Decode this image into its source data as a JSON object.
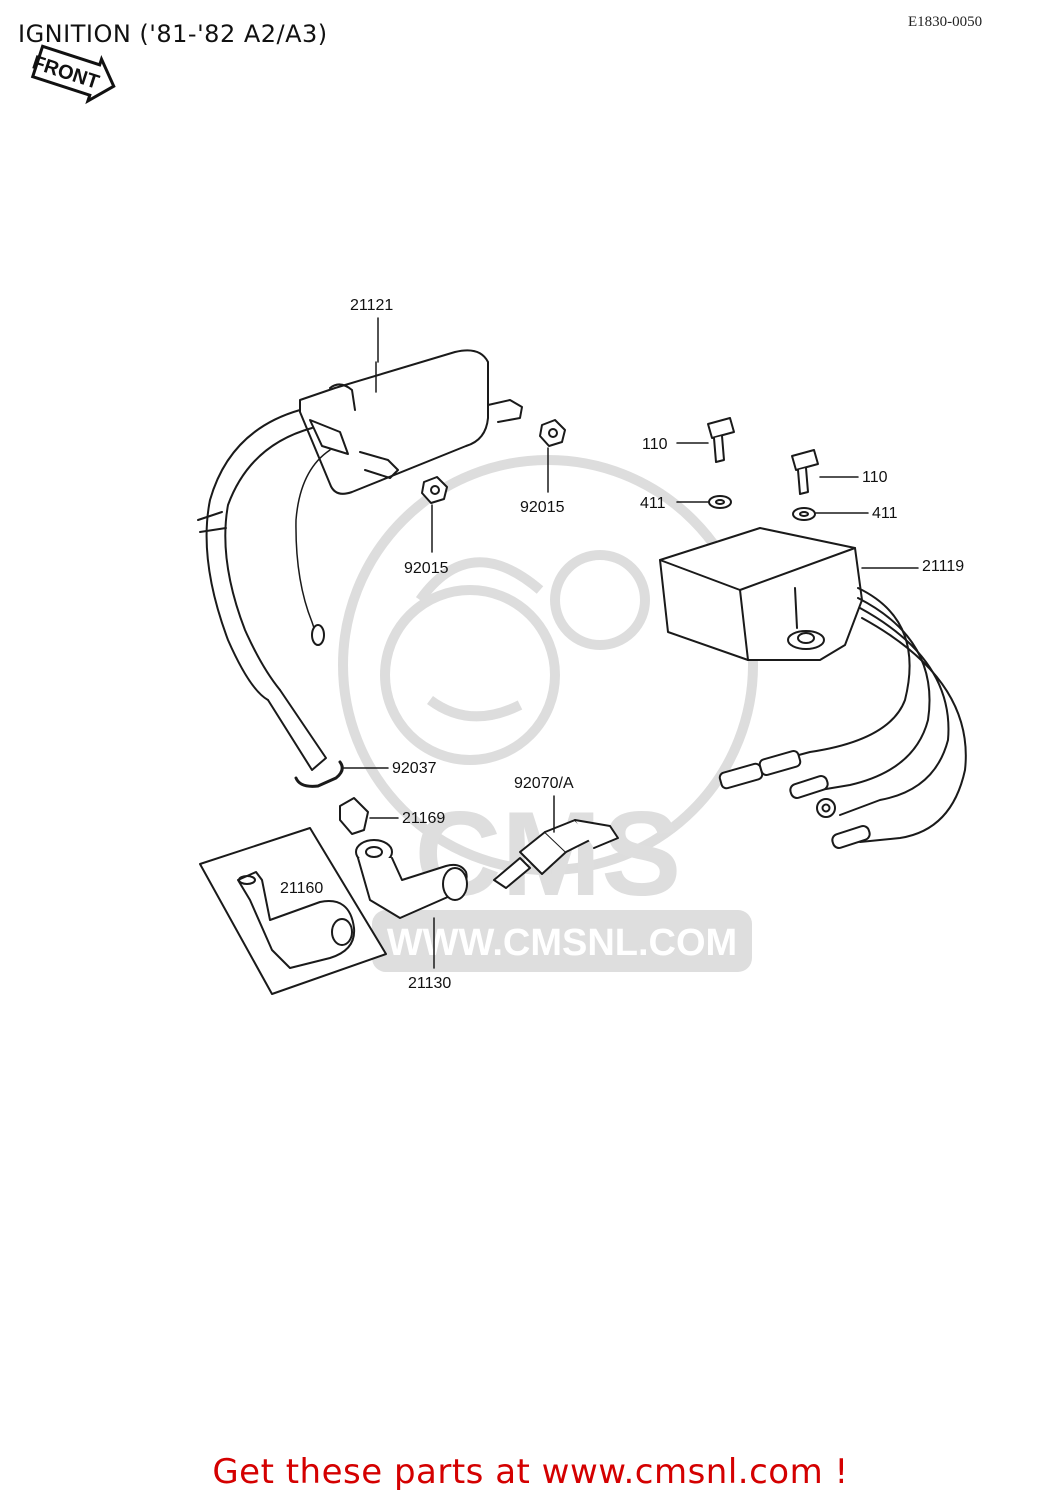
{
  "header": {
    "title": "IGNITION ('81-'82 A2/A3)",
    "diagram_code": "E1830-0050"
  },
  "front_badge": {
    "label": "FRONT"
  },
  "parts": [
    {
      "id": "label-21121",
      "number": "21121"
    },
    {
      "id": "label-92015-a",
      "number": "92015"
    },
    {
      "id": "label-92015-b",
      "number": "92015"
    },
    {
      "id": "label-110-a",
      "number": "110"
    },
    {
      "id": "label-110-b",
      "number": "110"
    },
    {
      "id": "label-411-a",
      "number": "411"
    },
    {
      "id": "label-411-b",
      "number": "411"
    },
    {
      "id": "label-21119",
      "number": "21119"
    },
    {
      "id": "label-92037",
      "number": "92037"
    },
    {
      "id": "label-92070a",
      "number": "92070/A"
    },
    {
      "id": "label-21169",
      "number": "21169"
    },
    {
      "id": "label-21160",
      "number": "21160"
    },
    {
      "id": "label-21130",
      "number": "21130"
    }
  ],
  "watermark": {
    "brand": "CMS",
    "url": "WWW.CMSNL.COM"
  },
  "footer": {
    "cta": "Get these parts at www.cmsnl.com !",
    "color": "#d40000"
  },
  "colors": {
    "ink": "#1a1a1a",
    "watermark": "#dcdcdc"
  }
}
